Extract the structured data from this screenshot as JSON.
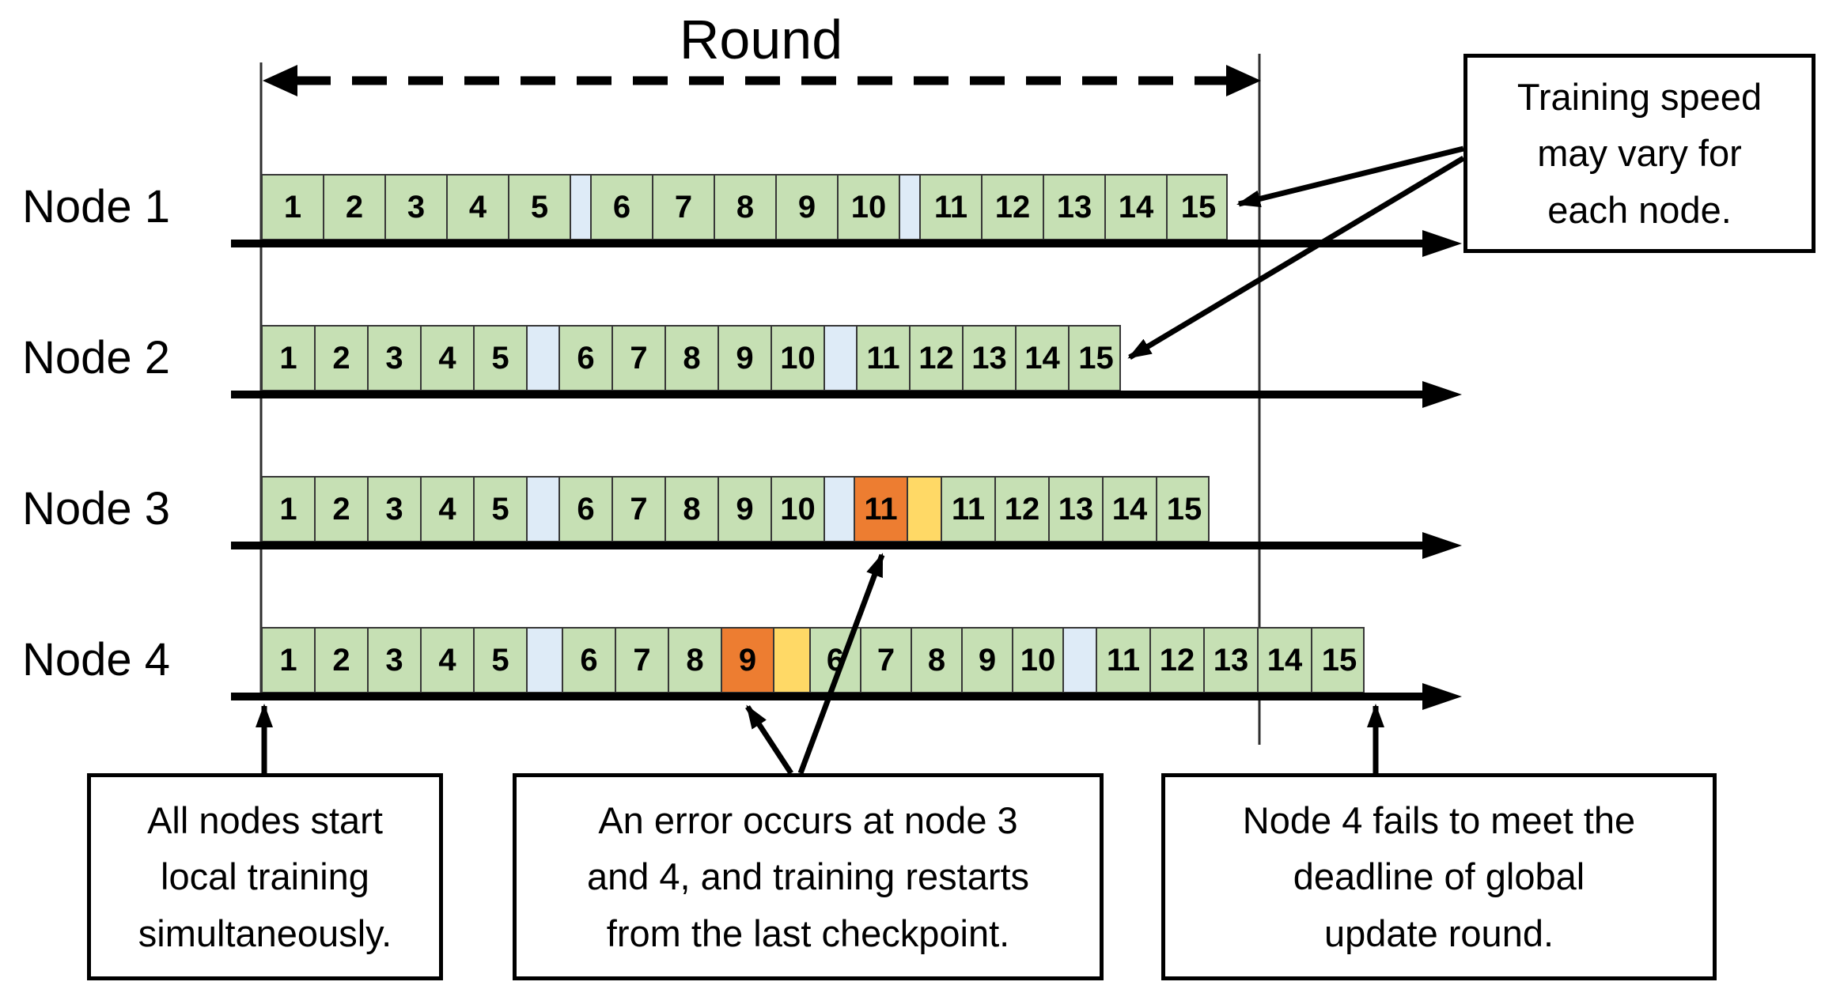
{
  "title": "Round",
  "palette": {
    "green": "#C6E0B4",
    "blue": "#DEEBF7",
    "orange": "#ED7D31",
    "yellow": "#FFD966",
    "line": "#000000"
  },
  "node_rows": [
    {
      "label": "Node 1",
      "segments": [
        {
          "n": "1",
          "c": "green",
          "w": 78
        },
        {
          "n": "2",
          "c": "green",
          "w": 78
        },
        {
          "n": "3",
          "c": "green",
          "w": 78
        },
        {
          "n": "4",
          "c": "green",
          "w": 78
        },
        {
          "n": "5",
          "c": "green",
          "w": 78
        },
        {
          "c": "blue",
          "w": 26
        },
        {
          "n": "6",
          "c": "green",
          "w": 78
        },
        {
          "n": "7",
          "c": "green",
          "w": 78
        },
        {
          "n": "8",
          "c": "green",
          "w": 78
        },
        {
          "n": "9",
          "c": "green",
          "w": 78
        },
        {
          "n": "10",
          "c": "green",
          "w": 78
        },
        {
          "c": "blue",
          "w": 26
        },
        {
          "n": "11",
          "c": "green",
          "w": 78
        },
        {
          "n": "12",
          "c": "green",
          "w": 78
        },
        {
          "n": "13",
          "c": "green",
          "w": 78
        },
        {
          "n": "14",
          "c": "green",
          "w": 78
        },
        {
          "n": "15",
          "c": "green",
          "w": 78
        }
      ]
    },
    {
      "label": "Node 2",
      "segments": [
        {
          "n": "1",
          "c": "green",
          "w": 67
        },
        {
          "n": "2",
          "c": "green",
          "w": 67
        },
        {
          "n": "3",
          "c": "green",
          "w": 67
        },
        {
          "n": "4",
          "c": "green",
          "w": 67
        },
        {
          "n": "5",
          "c": "green",
          "w": 67
        },
        {
          "c": "blue",
          "w": 41
        },
        {
          "n": "6",
          "c": "green",
          "w": 67
        },
        {
          "n": "7",
          "c": "green",
          "w": 67
        },
        {
          "n": "8",
          "c": "green",
          "w": 67
        },
        {
          "n": "9",
          "c": "green",
          "w": 67
        },
        {
          "n": "10",
          "c": "green",
          "w": 67
        },
        {
          "c": "blue",
          "w": 41
        },
        {
          "n": "11",
          "c": "green",
          "w": 67
        },
        {
          "n": "12",
          "c": "green",
          "w": 67
        },
        {
          "n": "13",
          "c": "green",
          "w": 67
        },
        {
          "n": "14",
          "c": "green",
          "w": 67
        },
        {
          "n": "15",
          "c": "green",
          "w": 67
        }
      ]
    },
    {
      "label": "Node 3",
      "segments": [
        {
          "n": "1",
          "c": "green",
          "w": 67
        },
        {
          "n": "2",
          "c": "green",
          "w": 67
        },
        {
          "n": "3",
          "c": "green",
          "w": 67
        },
        {
          "n": "4",
          "c": "green",
          "w": 67
        },
        {
          "n": "5",
          "c": "green",
          "w": 67
        },
        {
          "c": "blue",
          "w": 41
        },
        {
          "n": "6",
          "c": "green",
          "w": 67
        },
        {
          "n": "7",
          "c": "green",
          "w": 67
        },
        {
          "n": "8",
          "c": "green",
          "w": 67
        },
        {
          "n": "9",
          "c": "green",
          "w": 67
        },
        {
          "n": "10",
          "c": "green",
          "w": 67
        },
        {
          "c": "blue",
          "w": 38
        },
        {
          "n": "11",
          "c": "orange",
          "w": 67
        },
        {
          "c": "yellow",
          "w": 43
        },
        {
          "n": "11",
          "c": "green",
          "w": 68
        },
        {
          "n": "12",
          "c": "green",
          "w": 68
        },
        {
          "n": "13",
          "c": "green",
          "w": 68
        },
        {
          "n": "14",
          "c": "green",
          "w": 68
        },
        {
          "n": "15",
          "c": "green",
          "w": 68
        }
      ]
    },
    {
      "label": "Node 4",
      "segments": [
        {
          "n": "1",
          "c": "green",
          "w": 67
        },
        {
          "n": "2",
          "c": "green",
          "w": 67
        },
        {
          "n": "3",
          "c": "green",
          "w": 67
        },
        {
          "n": "4",
          "c": "green",
          "w": 67
        },
        {
          "n": "5",
          "c": "green",
          "w": 67
        },
        {
          "c": "blue",
          "w": 45
        },
        {
          "n": "6",
          "c": "green",
          "w": 67
        },
        {
          "n": "7",
          "c": "green",
          "w": 67
        },
        {
          "n": "8",
          "c": "green",
          "w": 67
        },
        {
          "n": "9",
          "c": "orange",
          "w": 66
        },
        {
          "c": "yellow",
          "w": 46
        },
        {
          "n": "6",
          "c": "green",
          "w": 64
        },
        {
          "n": "7",
          "c": "green",
          "w": 64
        },
        {
          "n": "8",
          "c": "green",
          "w": 64
        },
        {
          "n": "9",
          "c": "green",
          "w": 64
        },
        {
          "n": "10",
          "c": "green",
          "w": 64
        },
        {
          "c": "blue",
          "w": 42
        },
        {
          "n": "11",
          "c": "green",
          "w": 68
        },
        {
          "n": "12",
          "c": "green",
          "w": 68
        },
        {
          "n": "13",
          "c": "green",
          "w": 68
        },
        {
          "n": "14",
          "c": "green",
          "w": 68
        },
        {
          "n": "15",
          "c": "green",
          "w": 68
        }
      ]
    }
  ],
  "callouts": {
    "training_speed": "Training speed\nmay vary for\neach node.",
    "all_nodes_start": "All nodes start\nlocal training\nsimultaneously.",
    "error_occurs": "An error occurs at node 3\nand 4, and training restarts\nfrom the last checkpoint.",
    "node4_fails": "Node 4 fails to meet the\ndeadline of global\nupdate round."
  }
}
